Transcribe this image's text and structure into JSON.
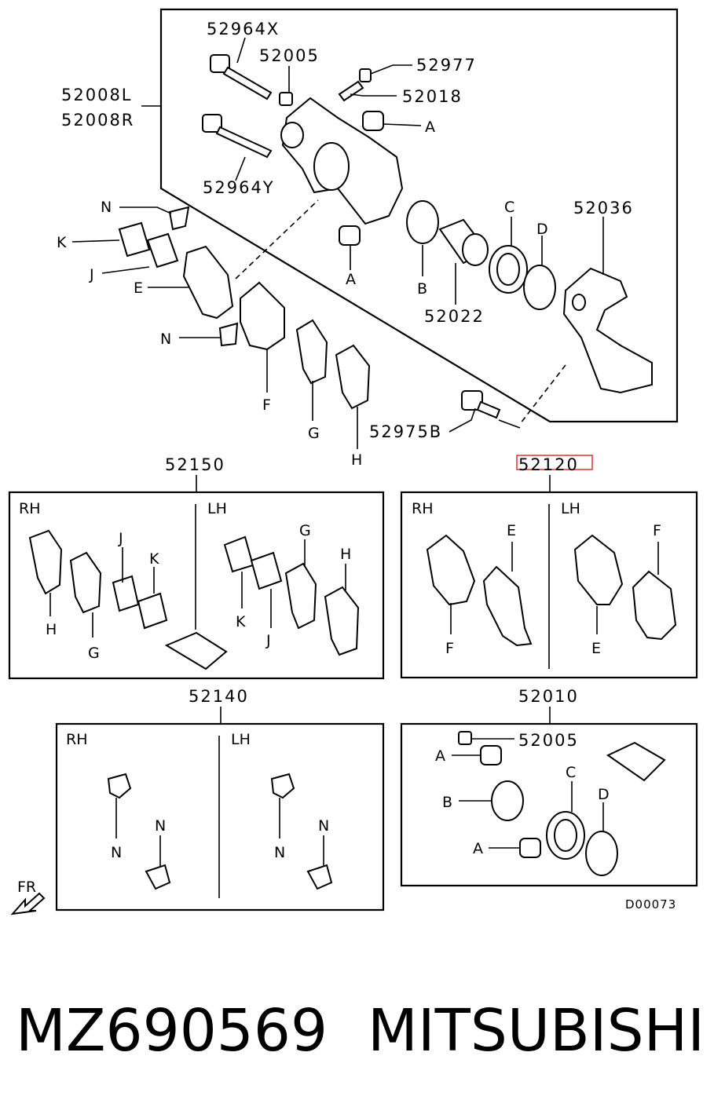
{
  "labels": {
    "p52964X": "52964X",
    "p52005_top": "52005",
    "p52977": "52977",
    "p52008L": "52008L",
    "p52008R": "52008R",
    "p52018": "52018",
    "a_top": "A",
    "p52964Y": "52964Y",
    "c_top": "C",
    "p52036": "52036",
    "d_top": "D",
    "n_top": "N",
    "k_top": "K",
    "j_top": "J",
    "e_top": "E",
    "a_mid": "A",
    "b_top": "B",
    "p52022": "52022",
    "n_mid": "N",
    "f_top": "F",
    "g_top": "G",
    "h_top": "H",
    "p52975B": "52975B"
  },
  "kit_52150": {
    "title": "52150",
    "rh": "RH",
    "lh": "LH",
    "h_rh": "H",
    "g_rh": "G",
    "j_rh": "J",
    "k_rh": "K",
    "k_lh": "K",
    "j_lh": "J",
    "g_lh": "G",
    "h_lh": "H"
  },
  "kit_52120": {
    "title": "52120",
    "rh": "RH",
    "lh": "LH",
    "f_rh": "F",
    "e_rh": "E",
    "e_lh": "E",
    "f_lh": "F"
  },
  "kit_52140": {
    "title": "52140",
    "rh": "RH",
    "lh": "LH",
    "n1": "N",
    "n2": "N",
    "n3": "N",
    "n4": "N"
  },
  "kit_52010": {
    "title": "52010",
    "p52005": "52005",
    "a1": "A",
    "b": "B",
    "c": "C",
    "d": "D",
    "a2": "A"
  },
  "fr_label": "FR",
  "diagram_code": "D00073",
  "footer": {
    "part_number": "MZ690569",
    "brand": "MITSUBISHI"
  },
  "colors": {
    "highlight": "#e03030",
    "ink": "#000000"
  }
}
